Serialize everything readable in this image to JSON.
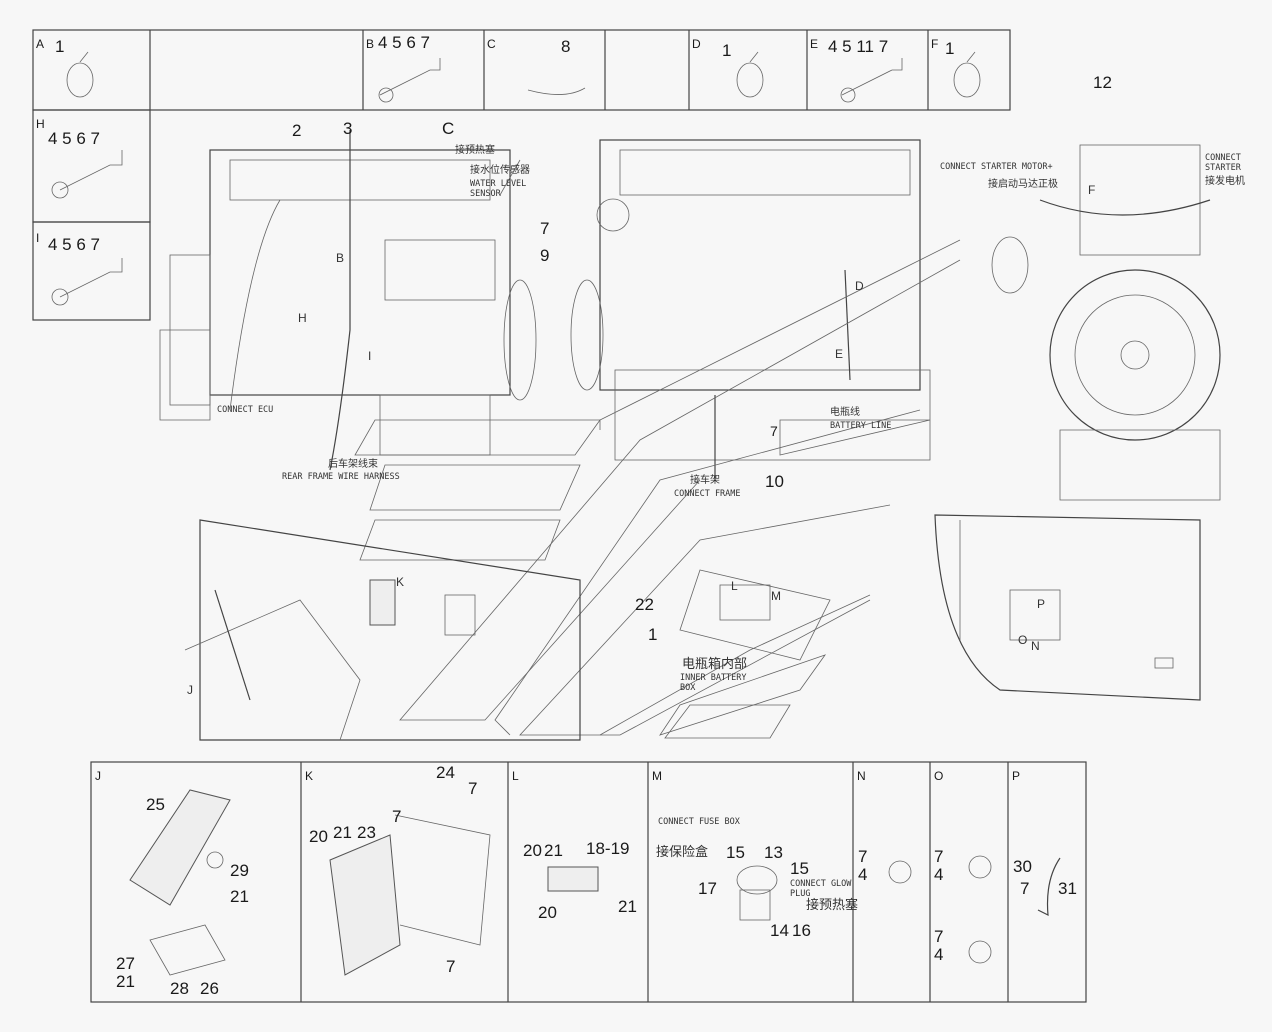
{
  "top_cells": [
    {
      "letter": "A",
      "parts": "1"
    },
    {
      "letter": "",
      "parts": ""
    },
    {
      "letter": "B",
      "parts": "4 5  6 7"
    },
    {
      "letter": "C",
      "parts": "8"
    },
    {
      "letter": "",
      "parts": ""
    },
    {
      "letter": "D",
      "parts": "1"
    },
    {
      "letter": "E",
      "parts": "4 5 11 7"
    },
    {
      "letter": "F",
      "parts": "1"
    }
  ],
  "left_cells": [
    {
      "letter": "H",
      "parts": "4 5  6  7"
    },
    {
      "letter": "I",
      "parts": "4 5  6  7"
    }
  ],
  "bottom_cells": [
    {
      "letter": "J"
    },
    {
      "letter": "K"
    },
    {
      "letter": "L"
    },
    {
      "letter": "M"
    },
    {
      "letter": "N"
    },
    {
      "letter": "O"
    },
    {
      "letter": "P"
    }
  ],
  "callouts": {
    "n2": "2",
    "n3": "3",
    "nC": "C",
    "n7a": "7",
    "n9": "9",
    "n12": "12",
    "n10": "10",
    "n22": "22",
    "n1": "1",
    "n7e": "7",
    "j25": "25",
    "j29": "29",
    "j21a": "21",
    "j27": "27",
    "j21b": "21",
    "j28": "28",
    "j26": "26",
    "k24": "24",
    "k7a": "7",
    "k20": "20",
    "k21": "21",
    "k23": "23",
    "k7b": "7",
    "k7c": "7",
    "l20a": "20",
    "l21a": "21",
    "l1819": "18-19",
    "l20b": "20",
    "l21b": "21",
    "m15a": "15",
    "m13": "13",
    "m15b": "15",
    "m17": "17",
    "m14": "14",
    "m16": "16",
    "n7": "7",
    "n4": "4",
    "o7a": "7",
    "o4a": "4",
    "o7b": "7",
    "o4b": "4",
    "p30": "30",
    "p7": "7",
    "p31": "31"
  },
  "view_marks": {
    "B": "B",
    "H": "H",
    "I": "I",
    "D": "D",
    "E": "E",
    "F": "F",
    "J": "J",
    "K": "K",
    "L": "L",
    "M": "M",
    "N": "N",
    "O": "O",
    "P": "P"
  },
  "notes": {
    "water_level_cn": "接水位传感器",
    "water_level_en": "WATER LEVEL\nSENSOR",
    "connect_preheat_cn": "接预热塞",
    "connect_ecu": "CONNECT ECU",
    "rear_frame_cn": "后车架线束",
    "rear_frame_en": "REAR FRAME WIRE HARNESS",
    "battery_cn": "电瓶线",
    "battery_en": "BATTERY LINE",
    "connect_frame_cn": "接车架",
    "connect_frame_en": "CONNECT FRAME",
    "starter_motor_en": "CONNECT STARTER MOTOR+",
    "starter_motor_cn": "接启动马达正极",
    "connect_starter_en": "CONNECT\nSTARTER",
    "connect_starter_cn": "接发电机",
    "inner_battery_cn": "电瓶箱内部",
    "inner_battery_en": "INNER BATTERY\nBOX",
    "fuse_box_en": "CONNECT FUSE BOX",
    "fuse_box_cn": "接保险盒",
    "glow_plug_en": "CONNECT GLOW\nPLUG",
    "glow_plug_cn": "接预热塞"
  }
}
